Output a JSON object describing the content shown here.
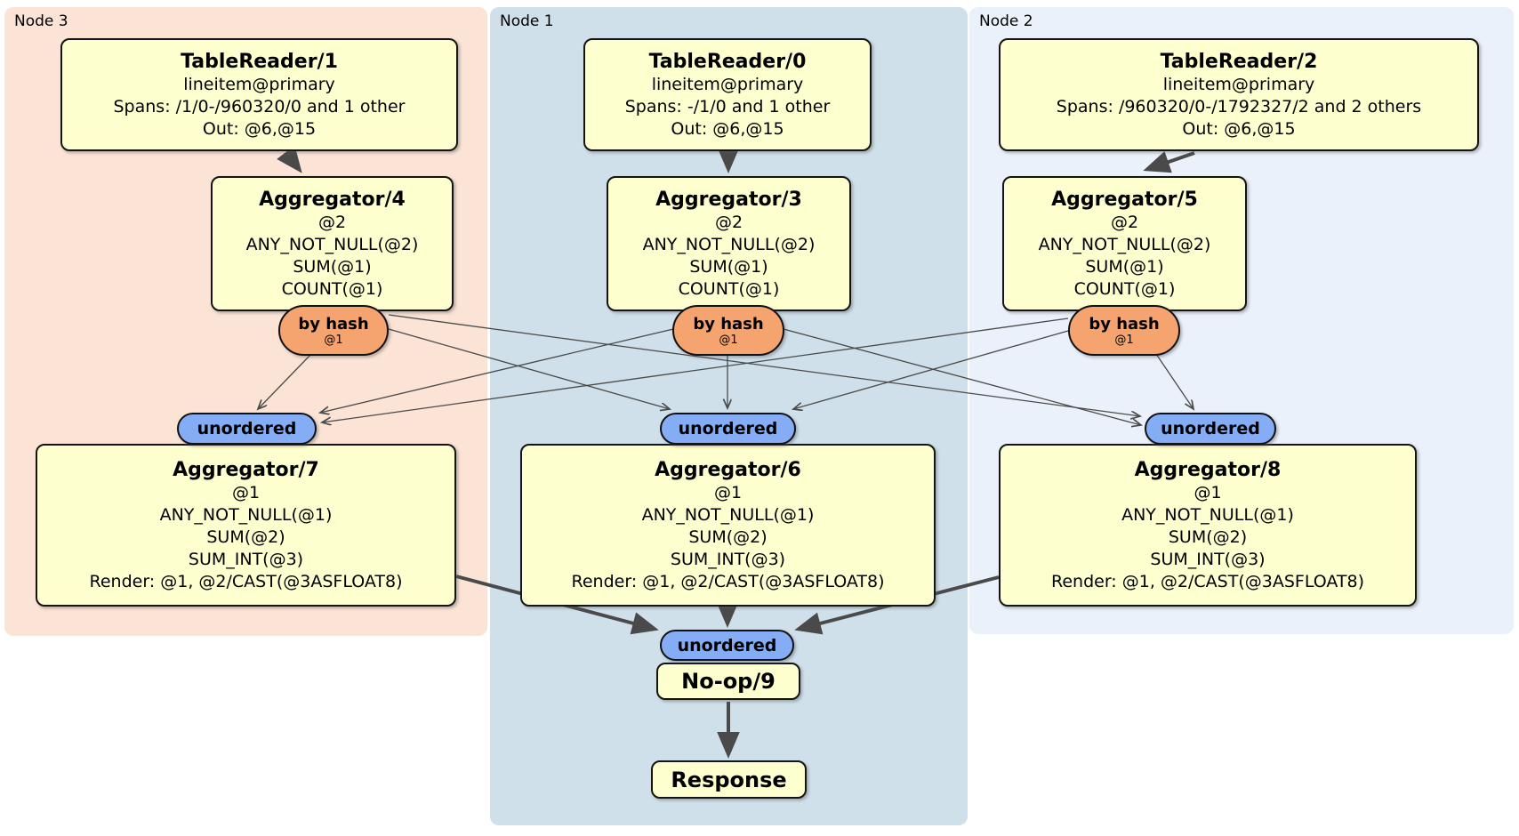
{
  "regions": {
    "node3": {
      "label": "Node 3"
    },
    "node1": {
      "label": "Node 1"
    },
    "node2": {
      "label": "Node 2"
    }
  },
  "processors": {
    "tr1": {
      "title": "TableReader/1",
      "lines": [
        "lineitem@primary",
        "Spans: /1/0-/960320/0 and 1 other",
        "Out: @6,@15"
      ]
    },
    "tr0": {
      "title": "TableReader/0",
      "lines": [
        "lineitem@primary",
        "Spans: -/1/0 and 1 other",
        "Out: @6,@15"
      ]
    },
    "tr2": {
      "title": "TableReader/2",
      "lines": [
        "lineitem@primary",
        "Spans: /960320/0-/1792327/2 and 2 others",
        "Out: @6,@15"
      ]
    },
    "agg4": {
      "title": "Aggregator/4",
      "lines": [
        "@2",
        "ANY_NOT_NULL(@2)",
        "SUM(@1)",
        "COUNT(@1)"
      ]
    },
    "agg3": {
      "title": "Aggregator/3",
      "lines": [
        "@2",
        "ANY_NOT_NULL(@2)",
        "SUM(@1)",
        "COUNT(@1)"
      ]
    },
    "agg5": {
      "title": "Aggregator/5",
      "lines": [
        "@2",
        "ANY_NOT_NULL(@2)",
        "SUM(@1)",
        "COUNT(@1)"
      ]
    },
    "agg7": {
      "title": "Aggregator/7",
      "lines": [
        "@1",
        "ANY_NOT_NULL(@1)",
        "SUM(@2)",
        "SUM_INT(@3)",
        "Render: @1, @2/CAST(@3ASFLOAT8)"
      ]
    },
    "agg6": {
      "title": "Aggregator/6",
      "lines": [
        "@1",
        "ANY_NOT_NULL(@1)",
        "SUM(@2)",
        "SUM_INT(@3)",
        "Render: @1, @2/CAST(@3ASFLOAT8)"
      ]
    },
    "agg8": {
      "title": "Aggregator/8",
      "lines": [
        "@1",
        "ANY_NOT_NULL(@1)",
        "SUM(@2)",
        "SUM_INT(@3)",
        "Render: @1, @2/CAST(@3ASFLOAT8)"
      ]
    },
    "noop": {
      "title": "No-op/9"
    },
    "response": {
      "title": "Response"
    }
  },
  "connectors": {
    "by_hash": {
      "label": "by hash",
      "key": "@1"
    },
    "unordered": {
      "label": "unordered"
    }
  },
  "colors": {
    "node3_bg": "#fbe3d6",
    "node1_bg": "#cfe0ea",
    "node2_bg": "#ebf1fa",
    "processor_fill": "#feffce",
    "by_hash_fill": "#f5a470",
    "unordered_fill": "#84adf5",
    "edge": "#4a4a4a"
  }
}
